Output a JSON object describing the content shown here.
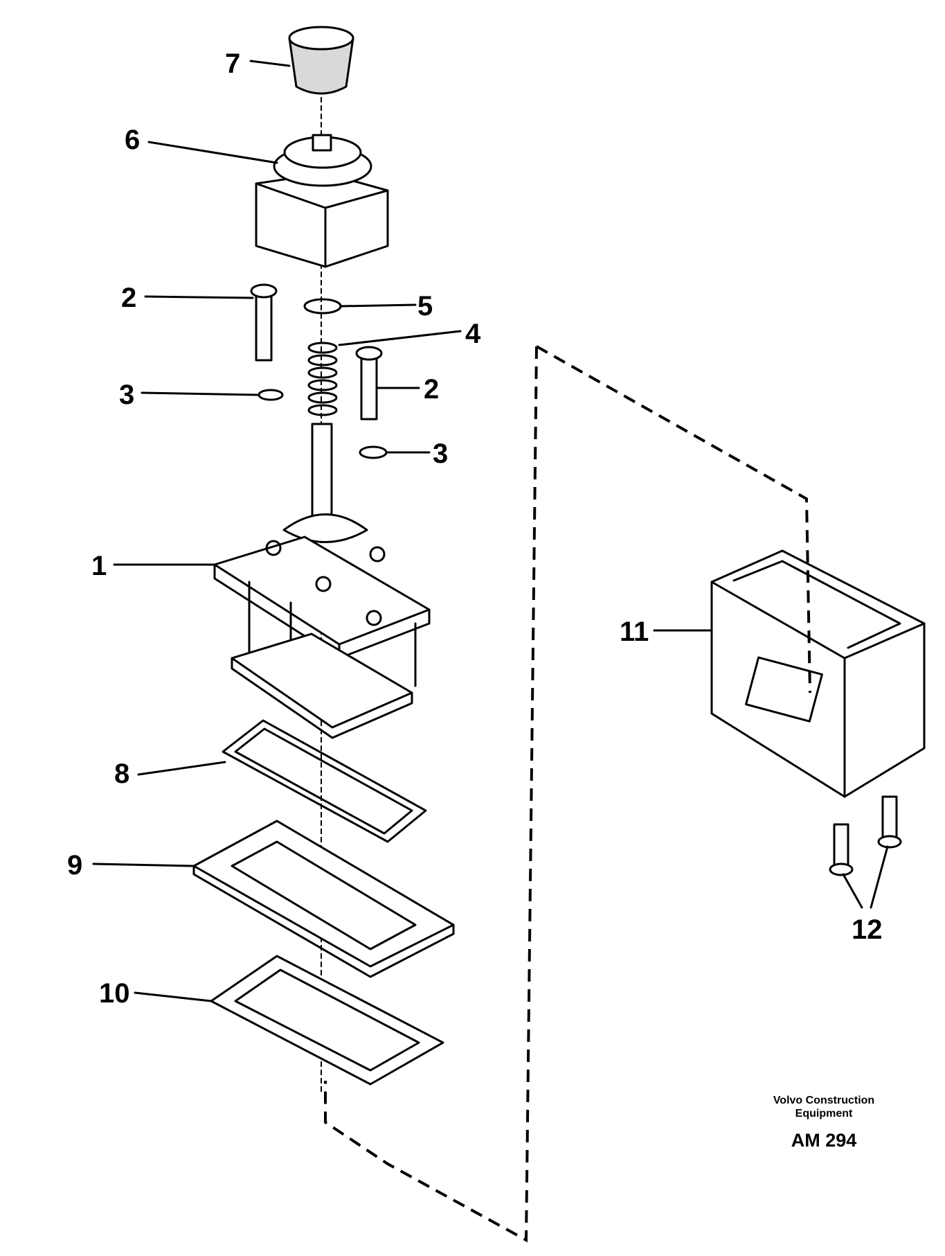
{
  "diagram": {
    "labels": {
      "part_1": "1",
      "part_2a": "2",
      "part_2b": "2",
      "part_3a": "3",
      "part_3b": "3",
      "part_4": "4",
      "part_5": "5",
      "part_6": "6",
      "part_7": "7",
      "part_8": "8",
      "part_9": "9",
      "part_10": "10",
      "part_11": "11",
      "part_12": "12"
    },
    "credit_line1": "Volvo Construction",
    "credit_line2": "Equipment",
    "drawing_code": "AM 294"
  }
}
